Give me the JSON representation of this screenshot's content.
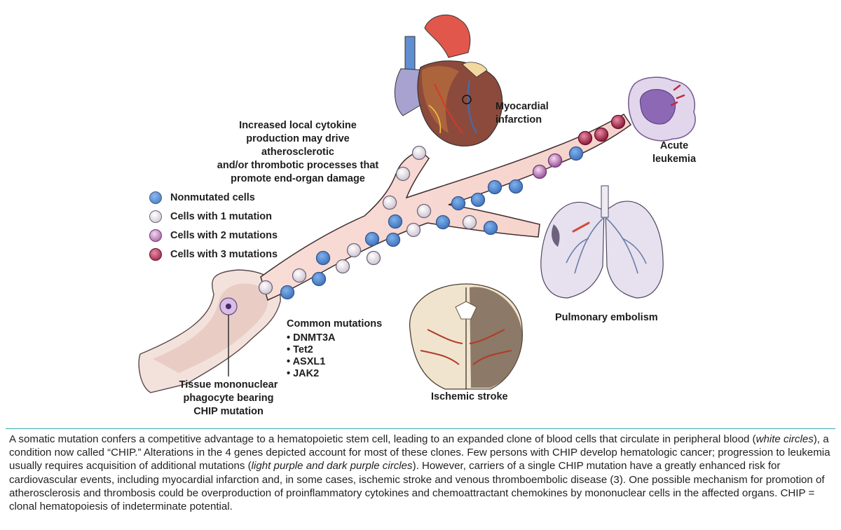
{
  "labels": {
    "myocardial": [
      "Myocardial",
      "infarction"
    ],
    "leukemia": [
      "Acute",
      "leukemia"
    ],
    "cytokine": [
      "Increased local cytokine",
      "production may drive atherosclerotic",
      "and/or thrombotic processes that",
      "promote end-organ damage"
    ],
    "pulmonary": "Pulmonary embolism",
    "stroke": "Ischemic stroke",
    "phagocyte": [
      "Tissue mononuclear",
      "phagocyte bearing",
      "CHIP mutation"
    ],
    "mutations_title": "Common mutations",
    "mutations": [
      "DNMT3A",
      "Tet2",
      "ASXL1",
      "JAK2"
    ]
  },
  "legend": [
    {
      "label": "Nonmutated cells",
      "color": "#5b8fd6"
    },
    {
      "label": "Cells with 1 mutation",
      "color": "#e9e2ea"
    },
    {
      "label": "Cells with 2 mutations",
      "color": "#b56fb8"
    },
    {
      "label": "Cells with 3 mutations",
      "color": "#b32650"
    }
  ],
  "caption": {
    "p1": "A somatic mutation confers a competitive advantage to a hematopoietic stem cell, leading to an expanded clone of blood cells that circulate in peripheral blood (",
    "i1": "white circles",
    "p2": "), a condition now called “CHIP.” Alterations in the 4 genes depicted account for most of these clones. Few persons with CHIP develop hematologic cancer; progression to leukemia usually requires acquisition of additional mutations (",
    "i2": "light purple and dark purple circles",
    "p3": "). However, carriers of a single CHIP mutation have a greatly enhanced risk for cardiovascular events, including myocardial infarction and, in some cases, ischemic stroke and venous thromboembolic disease (3). One possible mechanism for promotion of atherosclerosis and thrombosis could be overproduction of proinflammatory cytokines and chemoattractant chemokines by mononuclear cells in the affected organs. CHIP = clonal hematopoiesis of indeterminate potential."
  }
}
